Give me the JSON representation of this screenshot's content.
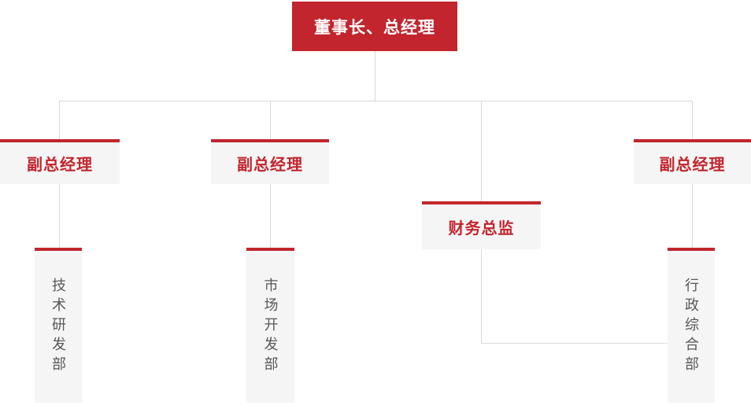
{
  "org_chart": {
    "root": {
      "label": "董事长、总经理"
    },
    "level2": [
      {
        "id": "vp-left",
        "label": "副总经理"
      },
      {
        "id": "vp-mid",
        "label": "副总经理"
      },
      {
        "id": "cfo",
        "label": "财务总监"
      },
      {
        "id": "vp-right",
        "label": "副总经理"
      }
    ],
    "departments": [
      {
        "id": "dept-tech",
        "label": "技术研发部"
      },
      {
        "id": "dept-market",
        "label": "市场开发部"
      },
      {
        "id": "dept-admin",
        "label": "行政综合部"
      }
    ]
  },
  "colors": {
    "accent_red": "#c2252d",
    "node_bg": "#f5f5f5",
    "root_text": "#ffffff",
    "level2_text": "#c2252d",
    "dept_text": "#595757",
    "connector": "#d9d9d9",
    "background": "#ffffff"
  }
}
